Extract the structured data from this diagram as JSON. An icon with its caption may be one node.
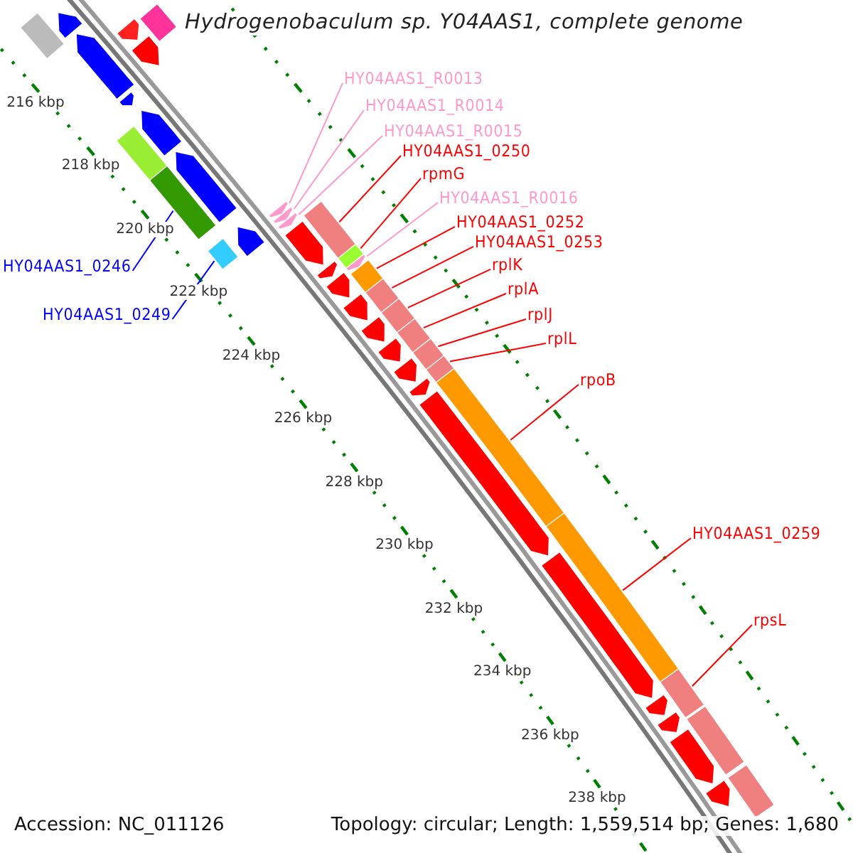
{
  "diagram": {
    "title": "Hydrogenobaculum sp. Y04AAS1, complete genome",
    "nodes": [
      {
        "text": [
          "HY04AAS1_0246"
        ]
      },
      {
        "text": [
          "HY04AAS1_0249"
        ]
      },
      {
        "text": [
          "HY04AAS1_R0013"
        ]
      },
      {
        "text": [
          "HY04AAS1_R0014"
        ]
      },
      {
        "text": [
          "HY04AAS1_R0015"
        ]
      },
      {
        "text": [
          "HY04AAS1_0250"
        ]
      },
      {
        "text": [
          "rpmG"
        ]
      },
      {
        "text": [
          "HY04AAS1_R0016"
        ]
      },
      {
        "text": [
          "HY04AAS1_0252"
        ]
      },
      {
        "text": [
          "HY04AAS1_0253"
        ]
      },
      {
        "text": [
          "rplK"
        ]
      },
      {
        "text": [
          "rplA"
        ]
      },
      {
        "text": [
          "rplJ"
        ]
      },
      {
        "text": [
          "rplL"
        ]
      },
      {
        "text": [
          "rpoB"
        ]
      },
      {
        "text": [
          "HY04AAS1_0259"
        ]
      },
      {
        "text": [
          "rpsL"
        ]
      },
      {
        "text": [],
        "shape": "bar"
      },
      {
        "text": [],
        "shape": "bar"
      },
      {
        "text": [],
        "shape": "arrow"
      },
      {
        "text": [],
        "shape": "arrow"
      },
      {
        "text": [],
        "shape": "arrow"
      },
      {
        "text": [],
        "shape": "bar"
      },
      {
        "text": [],
        "shape": "bar"
      },
      {
        "text": [],
        "shape": "arrow"
      },
      {
        "text": [],
        "shape": "bar"
      },
      {
        "text": [],
        "shape": "bar"
      },
      {
        "text": [],
        "shape": "bar"
      },
      {
        "text": [],
        "shape": "bar"
      },
      {
        "text": [],
        "shape": "bar"
      },
      {
        "text": [],
        "shape": "bar"
      },
      {
        "text": [],
        "shape": "bar"
      },
      {
        "text": [],
        "shape": "bar"
      },
      {
        "text": [],
        "shape": "bar"
      },
      {
        "text": [],
        "shape": "arrow"
      },
      {
        "text": [],
        "shape": "arrow"
      },
      {
        "text": [],
        "shape": "arrow"
      },
      {
        "text": [],
        "shape": "arrow"
      },
      {
        "text": [],
        "shape": "arrow"
      },
      {
        "text": [],
        "shape": "arrow"
      },
      {
        "text": [],
        "shape": "bar"
      },
      {
        "text": [],
        "shape": "bar"
      },
      {
        "text": [],
        "shape": "arrow"
      },
      {
        "text": [],
        "shape": "arrow"
      },
      {
        "text": [],
        "shape": "bar"
      },
      {
        "text": [],
        "shape": "arrow"
      },
      {
        "text": [],
        "shape": "arrow"
      },
      {
        "text": [],
        "shape": "arrow"
      },
      {
        "text": [],
        "shape": "arrow"
      },
      {
        "text": [],
        "shape": "arrow"
      },
      {
        "text": [],
        "shape": "arrow"
      },
      {
        "text": [],
        "shape": "arrow"
      },
      {
        "text": [],
        "shape": "arrow"
      },
      {
        "text": [],
        "shape": "arrow"
      },
      {
        "text": [],
        "shape": "arrow"
      },
      {
        "text": [],
        "shape": "arrow"
      },
      {
        "text": [],
        "shape": "arrow"
      },
      {
        "text": [],
        "shape": "arrow"
      },
      {
        "text": [],
        "shape": "arrow"
      },
      {
        "text": [],
        "shape": "bar"
      },
      {
        "text": [],
        "shape": "bar"
      }
    ],
    "edges": [
      {
        "from": 0,
        "to": 17,
        "arrow": "none",
        "color": "#0000ff"
      },
      {
        "from": 1,
        "to": 18,
        "arrow": "none",
        "color": "#0000ff"
      },
      {
        "from": 2,
        "to": 19,
        "arrow": "none",
        "color": "#ff99cc"
      },
      {
        "from": 3,
        "to": 20,
        "arrow": "none",
        "color": "#ff99cc"
      },
      {
        "from": 4,
        "to": 21,
        "arrow": "none",
        "color": "#ff99cc"
      },
      {
        "from": 5,
        "to": 22,
        "arrow": "none"
      },
      {
        "from": 6,
        "to": 23,
        "arrow": "none"
      },
      {
        "from": 7,
        "to": 24,
        "arrow": "none",
        "color": "#ff99cc"
      },
      {
        "from": 8,
        "to": 25,
        "arrow": "none"
      },
      {
        "from": 9,
        "to": 26,
        "arrow": "none"
      },
      {
        "from": 10,
        "to": 27,
        "arrow": "none"
      },
      {
        "from": 11,
        "to": 28,
        "arrow": "none"
      },
      {
        "from": 12,
        "to": 29,
        "arrow": "none"
      },
      {
        "from": 13,
        "to": 30,
        "arrow": "none"
      },
      {
        "from": 14,
        "to": 31,
        "arrow": "none"
      },
      {
        "from": 15,
        "to": 32,
        "arrow": "none"
      },
      {
        "from": 16,
        "to": 33,
        "arrow": "none"
      }
    ],
    "labels": [
      "216 kbp",
      "218 kbp",
      "220 kbp",
      "222 kbp",
      "224 kbp",
      "226 kbp",
      "228 kbp",
      "230 kbp",
      "232 kbp",
      "234 kbp",
      "236 kbp",
      "238 kbp",
      "Accession: NC_011126",
      "Topology: circular; Length: 1,559,514 bp; Genes: 1,680"
    ]
  }
}
